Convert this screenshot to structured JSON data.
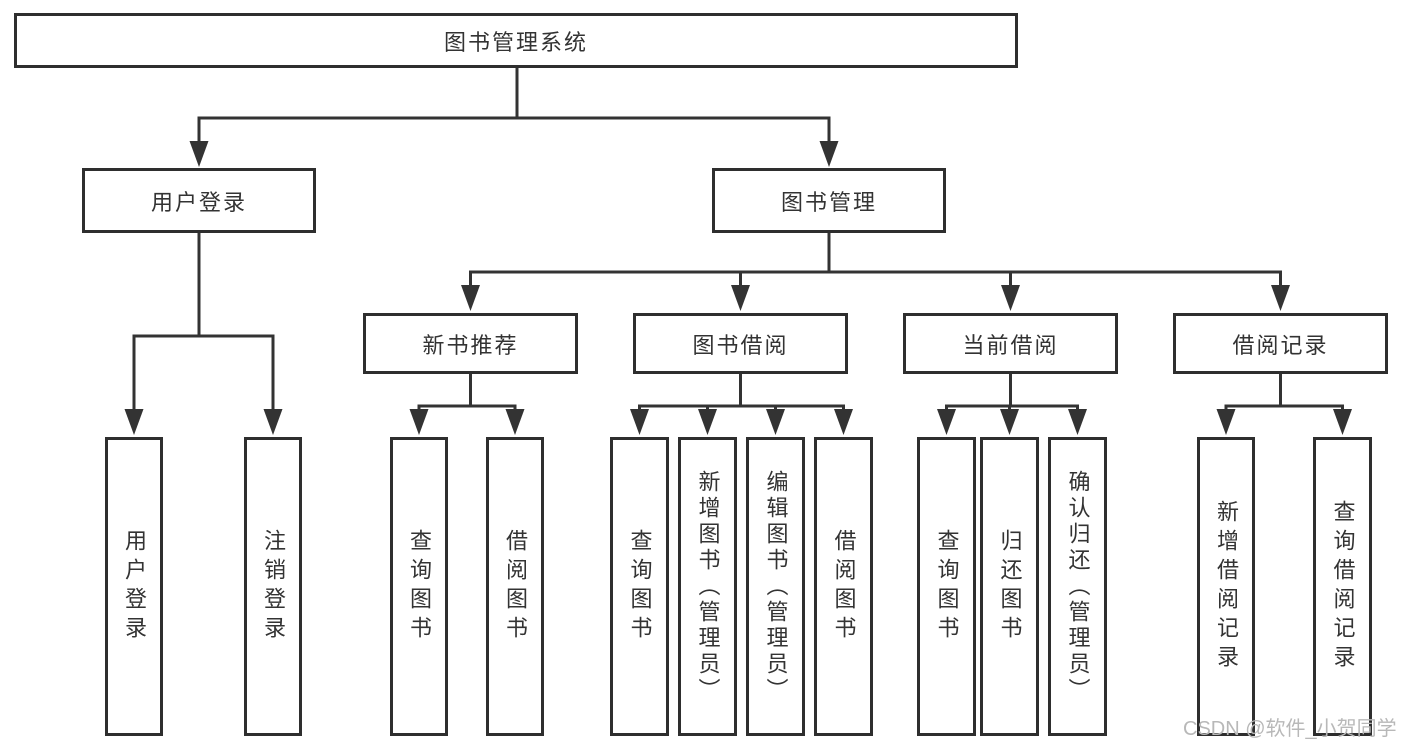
{
  "diagram_title": "图书管理系统",
  "tree": {
    "root": {
      "label": "图书管理系统"
    },
    "children": {
      "user_login": {
        "label": "用户登录",
        "children": [
          "用户登录",
          "注销登录"
        ]
      },
      "book_mgmt": {
        "label": "图书管理",
        "children": {
          "new_book": {
            "label": "新书推荐",
            "children": [
              "查询图书",
              "借阅图书"
            ]
          },
          "book_borrow": {
            "label": "图书借阅",
            "children": [
              "查询图书",
              "新增图书（管理员）",
              "编辑图书（管理员）",
              "借阅图书"
            ]
          },
          "current_borrow": {
            "label": "当前借阅",
            "children": [
              "查询图书",
              "归还图书",
              "确认归还（管理员）"
            ]
          },
          "borrow_record": {
            "label": "借阅记录",
            "children": [
              "新增借阅记录",
              "查询借阅记录"
            ]
          }
        }
      }
    }
  },
  "watermark": {
    "text": "CSDN @软件_小贺同学"
  },
  "colors": {
    "background": "#ffffff",
    "box_border": "#2e2e2e",
    "connector_line": "#333333",
    "text": "#333333",
    "watermark": "#b8b8b8"
  }
}
